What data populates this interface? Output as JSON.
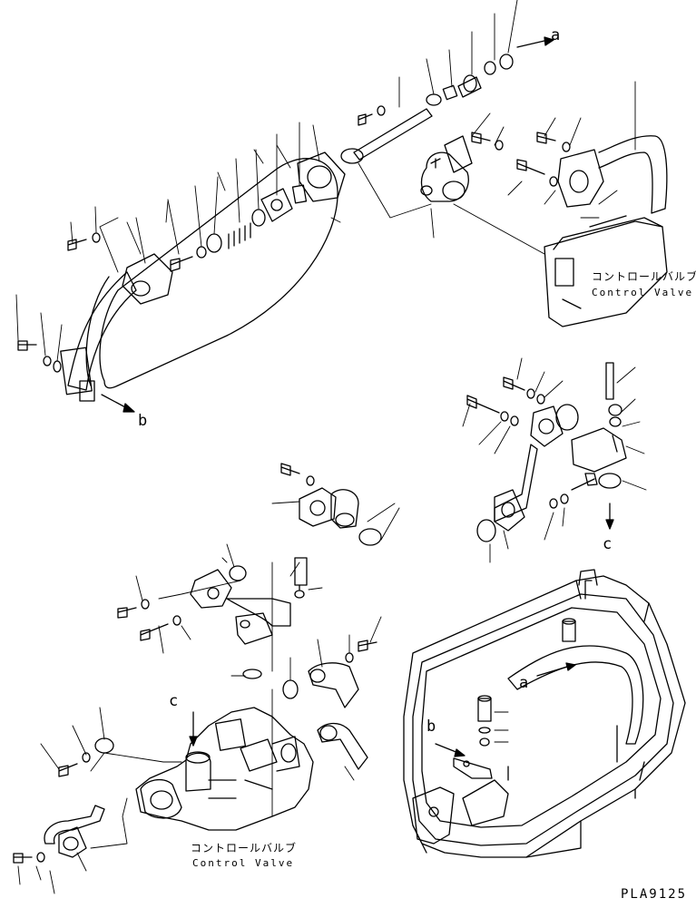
{
  "labels": {
    "a": "a",
    "b": "b",
    "c": "c"
  },
  "control_valve": {
    "jp": "コントロールバルブ",
    "en": "Control Valve"
  },
  "drawing_code": "PLA9125"
}
